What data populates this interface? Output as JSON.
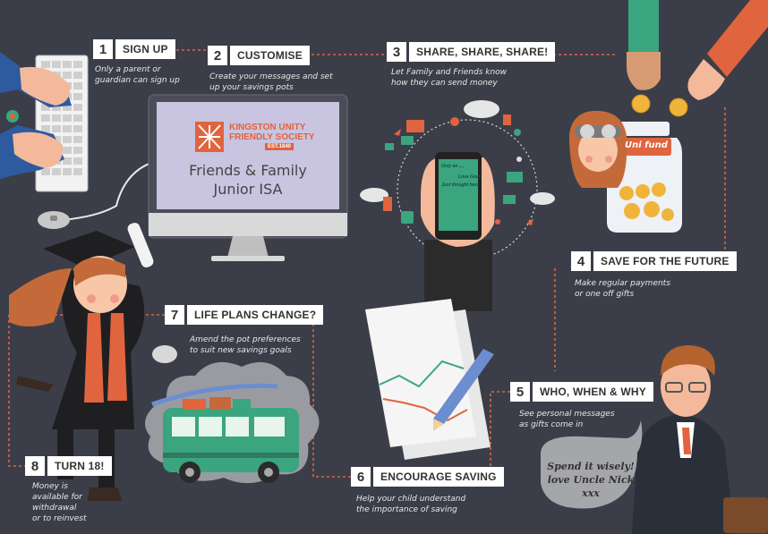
{
  "colors": {
    "background": "#3b3e48",
    "accent_orange": "#e0643e",
    "screen_lilac": "#c9c4e0",
    "teal": "#3aa57f",
    "step_box": "#ffffff"
  },
  "steps": [
    {
      "num": "1",
      "title": "SIGN UP",
      "desc": [
        "Only a parent or",
        "guardian can sign up"
      ]
    },
    {
      "num": "2",
      "title": "CUSTOMISE",
      "desc": [
        "Create your messages and set",
        "up your savings pots"
      ]
    },
    {
      "num": "3",
      "title": "SHARE, SHARE, SHARE!",
      "desc": [
        "Let Family and Friends know",
        "how they can send money"
      ]
    },
    {
      "num": "4",
      "title": "SAVE FOR THE FUTURE",
      "desc": [
        "Make regular payments",
        "or one off gifts"
      ]
    },
    {
      "num": "5",
      "title": "WHO, WHEN & WHY",
      "desc": [
        "See personal messages",
        "as gifts come in"
      ]
    },
    {
      "num": "6",
      "title": "ENCOURAGE SAVING",
      "desc": [
        "Help your child understand",
        "the importance of saving"
      ]
    },
    {
      "num": "7",
      "title": "LIFE PLANS CHANGE?",
      "desc": [
        "Amend the pot preferences",
        "to suit new savings goals"
      ]
    },
    {
      "num": "8",
      "title": "TURN 18!",
      "desc": [
        "Money is",
        "available for",
        "withdrawal",
        "or to reinvest"
      ]
    }
  ],
  "monitor": {
    "logo_line1": "KINGSTON UNITY",
    "logo_line2": "FRIENDLY SOCIETY",
    "logo_est": "EST.1840",
    "title_line1": "Friends & Family",
    "title_line2": "Junior ISA"
  },
  "jar": {
    "label": "Uni fund"
  },
  "speech_bubble": {
    "line1": "Spend it wisely!",
    "line2": "love Uncle Nick xxx"
  },
  "phone": {
    "line1": "Only an ....",
    "line2": "Love Gran!",
    "line3": "Just thought here"
  },
  "icons": [
    "keyboard-icon",
    "mouse-icon",
    "monitor-icon",
    "phone-icon",
    "jar-icon",
    "coin-icon",
    "van-icon",
    "cloud-icon",
    "graduate-icon",
    "pen-icon",
    "document-icon",
    "facebook-icon",
    "twitter-icon",
    "like-icon",
    "email-icon",
    "location-icon",
    "music-icon",
    "share-icon",
    "megaphone-icon"
  ]
}
